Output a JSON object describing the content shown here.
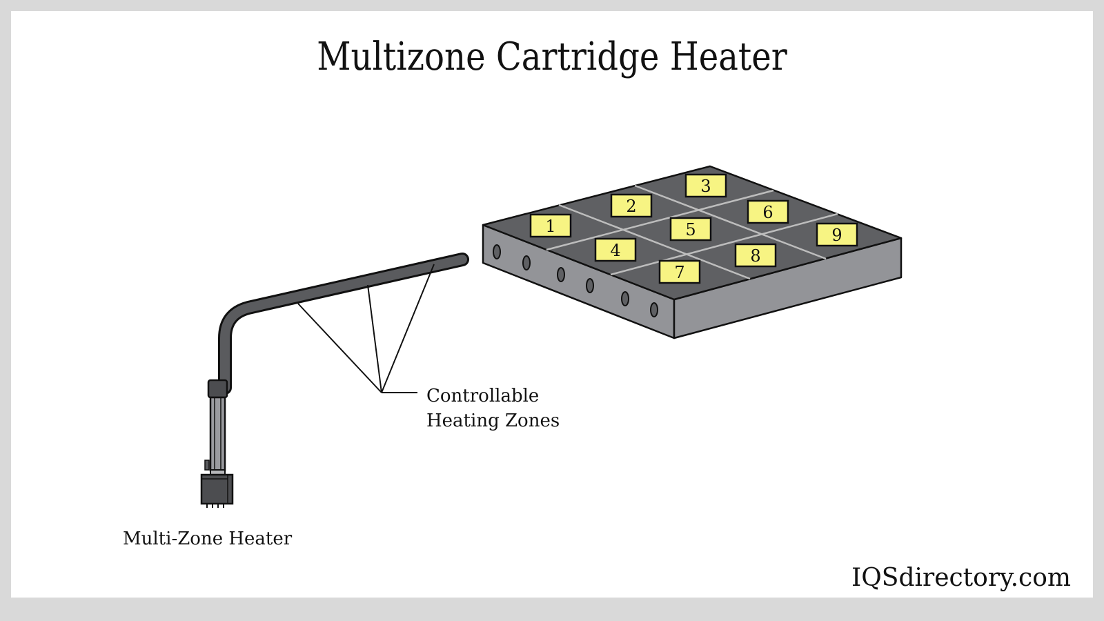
{
  "title": "Multizone Cartridge Heater",
  "labels": {
    "heating_zones_line1": "Controllable",
    "heating_zones_line2": "Heating Zones",
    "heater": "Multi-Zone Heater"
  },
  "credit": "IQSdirectory.com",
  "zones": [
    "1",
    "2",
    "3",
    "4",
    "5",
    "6",
    "7",
    "8",
    "9"
  ],
  "colors": {
    "frame": "#d9d9d9",
    "block_top": "#5f6063",
    "block_side": "#939498",
    "zone_label_bg": "#f7f483",
    "heater_body": "#5a5b5e",
    "grid_line": "#bdbdbd"
  }
}
